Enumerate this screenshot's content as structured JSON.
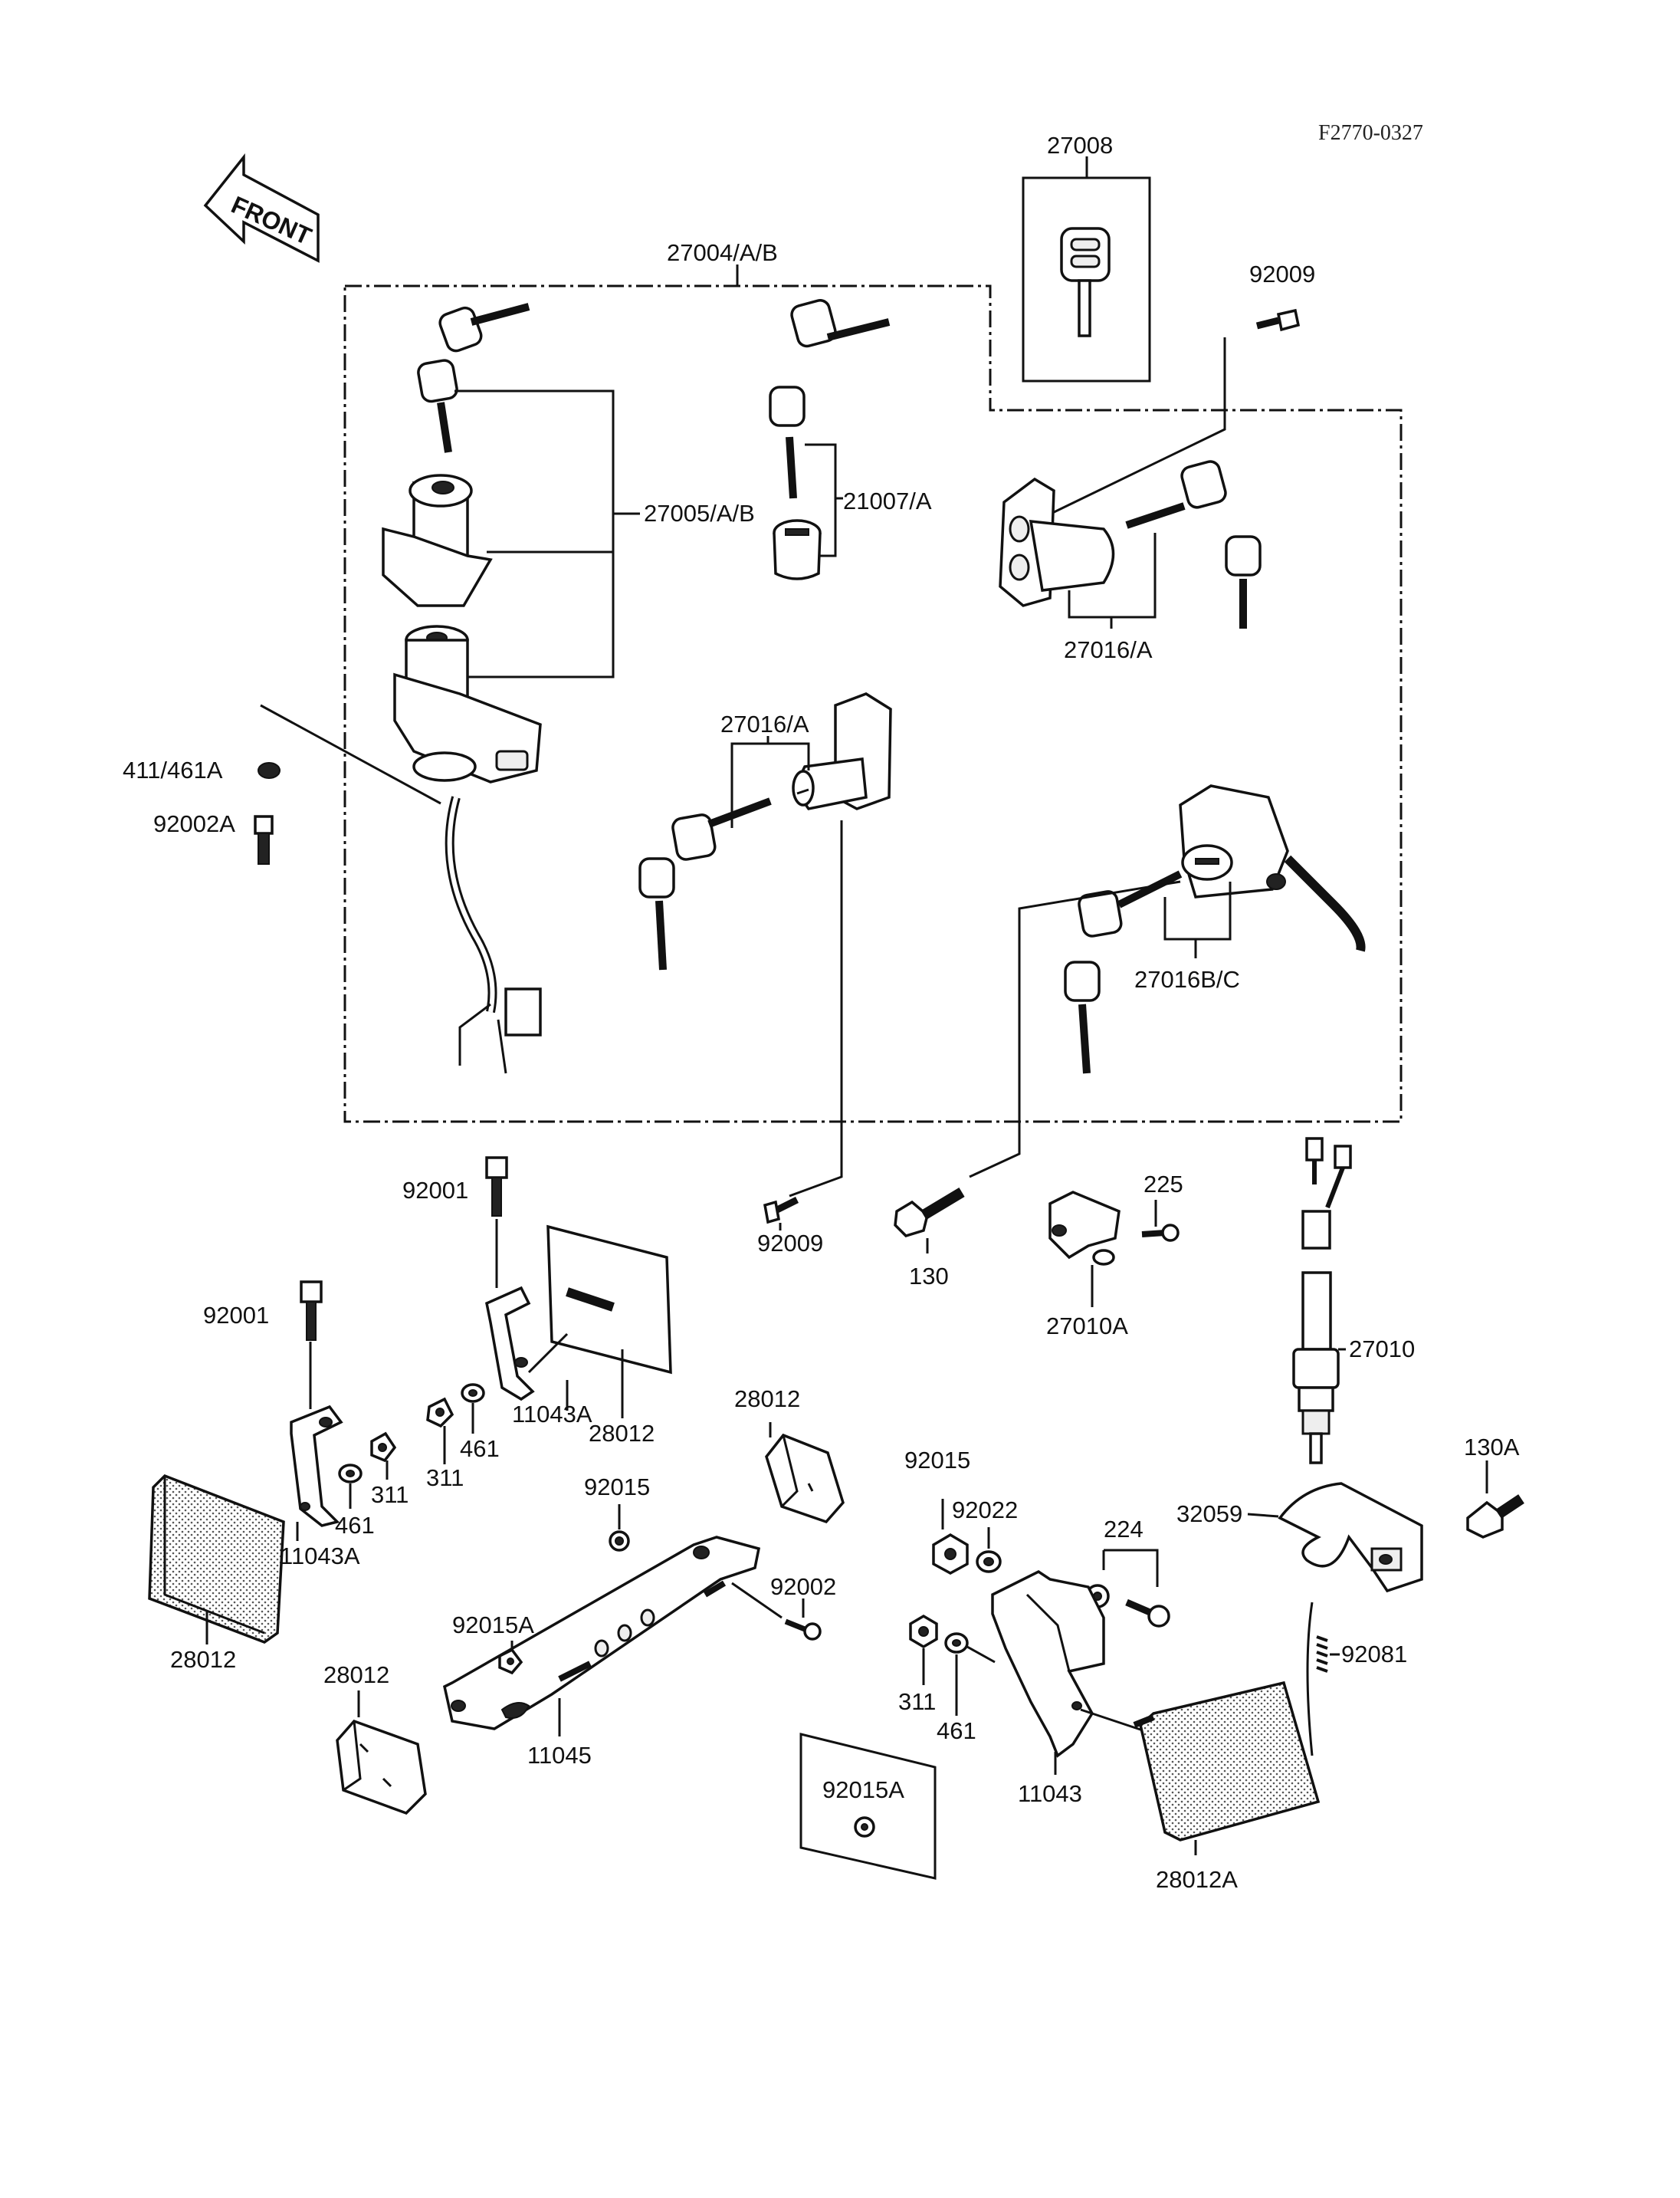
{
  "diagram": {
    "figure_code": "F2770-0327",
    "front_label": "FRONT",
    "labels": {
      "l27008": "27008",
      "l27004": "27004/A/B",
      "l92009_top": "92009",
      "l27005": "27005/A/B",
      "l21007": "21007/A",
      "l27016_right": "27016/A",
      "l27016_mid": "27016/A",
      "l411": "411/461A",
      "l92002A": "92002A",
      "l27016BC": "27016B/C",
      "l92001_a": "92001",
      "l92001_b": "92001",
      "l92009_bot": "92009",
      "l130": "130",
      "l225": "225",
      "l27010A": "27010A",
      "l27010": "27010",
      "l11043A_a": "11043A",
      "l28012_a": "28012",
      "l461_a": "461",
      "l311_a": "311",
      "l28012_b": "28012",
      "l461_b": "461",
      "l311_b": "311",
      "l11043A_b": "11043A",
      "l92015_a": "92015",
      "l92015_b": "92015",
      "l92022": "92022",
      "l130A": "130A",
      "l224": "224",
      "l32059": "32059",
      "l92002": "92002",
      "l92015A_a": "92015A",
      "l28012_c": "28012",
      "l92081": "92081",
      "l311_c": "311",
      "l461_c": "461",
      "l28012_d": "28012",
      "l11045": "11045",
      "l11043": "11043",
      "l92015A_b": "92015A",
      "l28012A": "28012A"
    }
  }
}
